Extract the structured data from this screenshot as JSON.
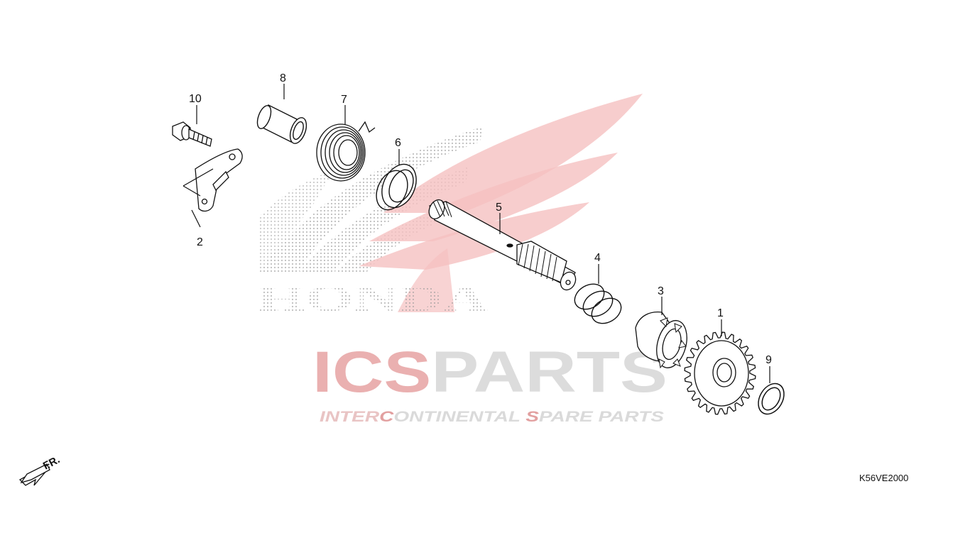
{
  "watermark": {
    "honda_word": "HONDA",
    "brand_ics": "ICS",
    "brand_parts": "PARTS",
    "tagline_seg1": "INTER",
    "tagline_seg2": "C",
    "tagline_seg3": "ONTINENTAL ",
    "tagline_seg4": "S",
    "tagline_seg5": "PARE PARTS",
    "ics_color": "#e8b4b4",
    "parts_color": "#dcdcdc",
    "tagline_color": "#e6c8c8",
    "wing_color": "#f5c0c0"
  },
  "parts": [
    {
      "id": "1",
      "label": "1",
      "name": "kick-starter-driven-gear"
    },
    {
      "id": "2",
      "label": "2",
      "name": "kick-starter-stopper-plate"
    },
    {
      "id": "3",
      "label": "3",
      "name": "kick-starter-ratchet"
    },
    {
      "id": "4",
      "label": "4",
      "name": "ratchet-spring"
    },
    {
      "id": "5",
      "label": "5",
      "name": "kick-starter-spindle"
    },
    {
      "id": "6",
      "label": "6",
      "name": "oil-seal"
    },
    {
      "id": "7",
      "label": "7",
      "name": "kick-starter-return-spring"
    },
    {
      "id": "8",
      "label": "8",
      "name": "spring-collar"
    },
    {
      "id": "9",
      "label": "9",
      "name": "thrust-washer"
    },
    {
      "id": "10",
      "label": "10",
      "name": "flange-bolt"
    }
  ],
  "direction_label": "FR.",
  "diagram_code": "K56VE2000"
}
